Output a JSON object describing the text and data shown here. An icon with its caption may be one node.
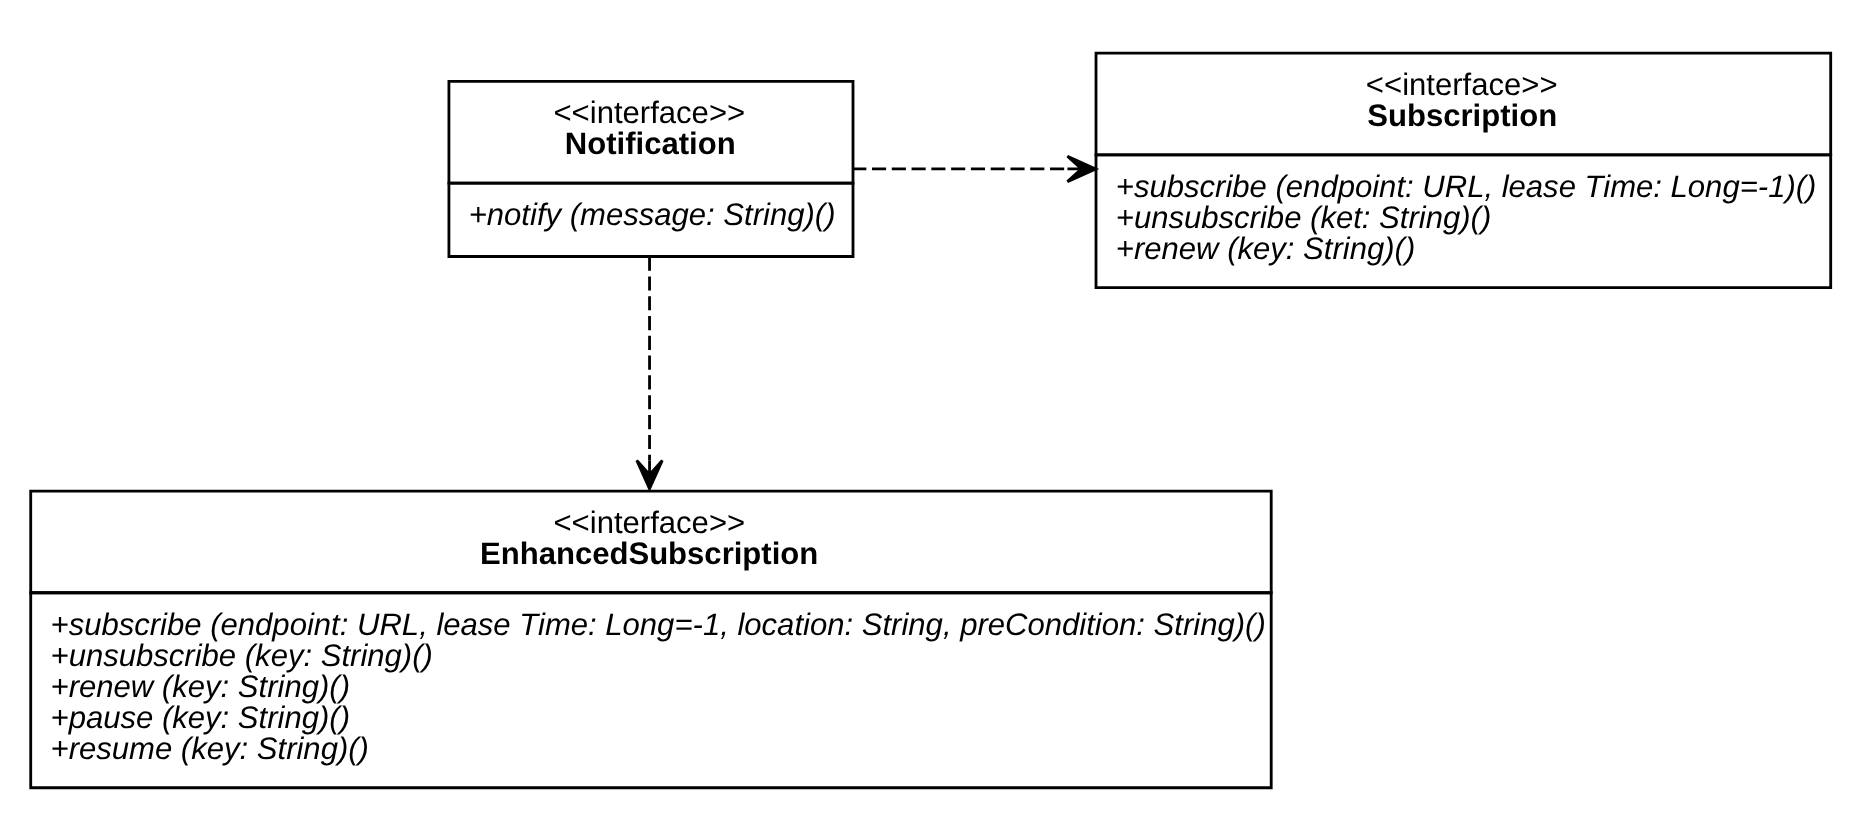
{
  "diagram": {
    "nodes": [
      {
        "text": [
          "<<interface>>",
          "Subscription",
          "+subscribe (endpoint: URL, lease Time: Long=-1)()",
          "+unsubscribe (ket: String)()",
          "+renew (key: String)()"
        ]
      },
      {
        "text": [
          "<<interface>>",
          "Notification",
          "+notify (message: String)()"
        ]
      },
      {
        "text": [
          "<<interface>>",
          "EnhancedSubscription",
          "+subscribe (endpoint: URL, lease Time: Long=-1, location: String, preCondition: String)()",
          "+unsubscribe (key: String)()",
          "+renew (key: String)()",
          "+pause (key: String)()",
          "+resume (key: String)()"
        ]
      }
    ],
    "edges": [
      {
        "from": 1,
        "to": 0,
        "arrow": "to",
        "style": "dashed"
      },
      {
        "from": 1,
        "to": 2,
        "arrow": "to",
        "style": "dashed"
      }
    ]
  }
}
